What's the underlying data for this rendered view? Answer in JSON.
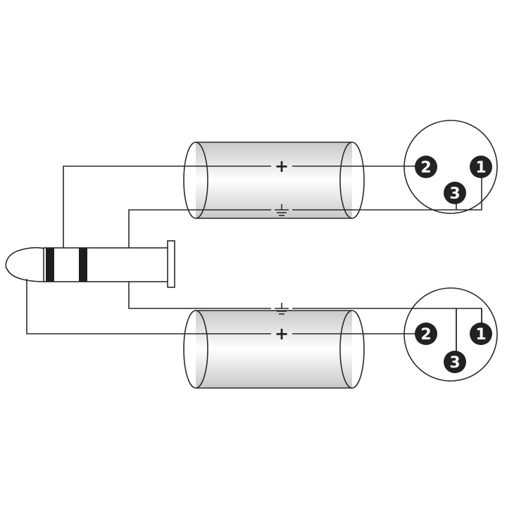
{
  "diagram": {
    "signs": {
      "plus": "+",
      "ground": "⏚"
    },
    "xlr_top": {
      "pins": [
        "2",
        "1",
        "3"
      ]
    },
    "xlr_bottom": {
      "pins": [
        "2",
        "1",
        "3"
      ]
    }
  },
  "colors": {
    "line": "#2a2a2a",
    "pin_fill": "#222222",
    "shield_gradient": [
      "#bdbdbd",
      "#ffffff"
    ]
  }
}
